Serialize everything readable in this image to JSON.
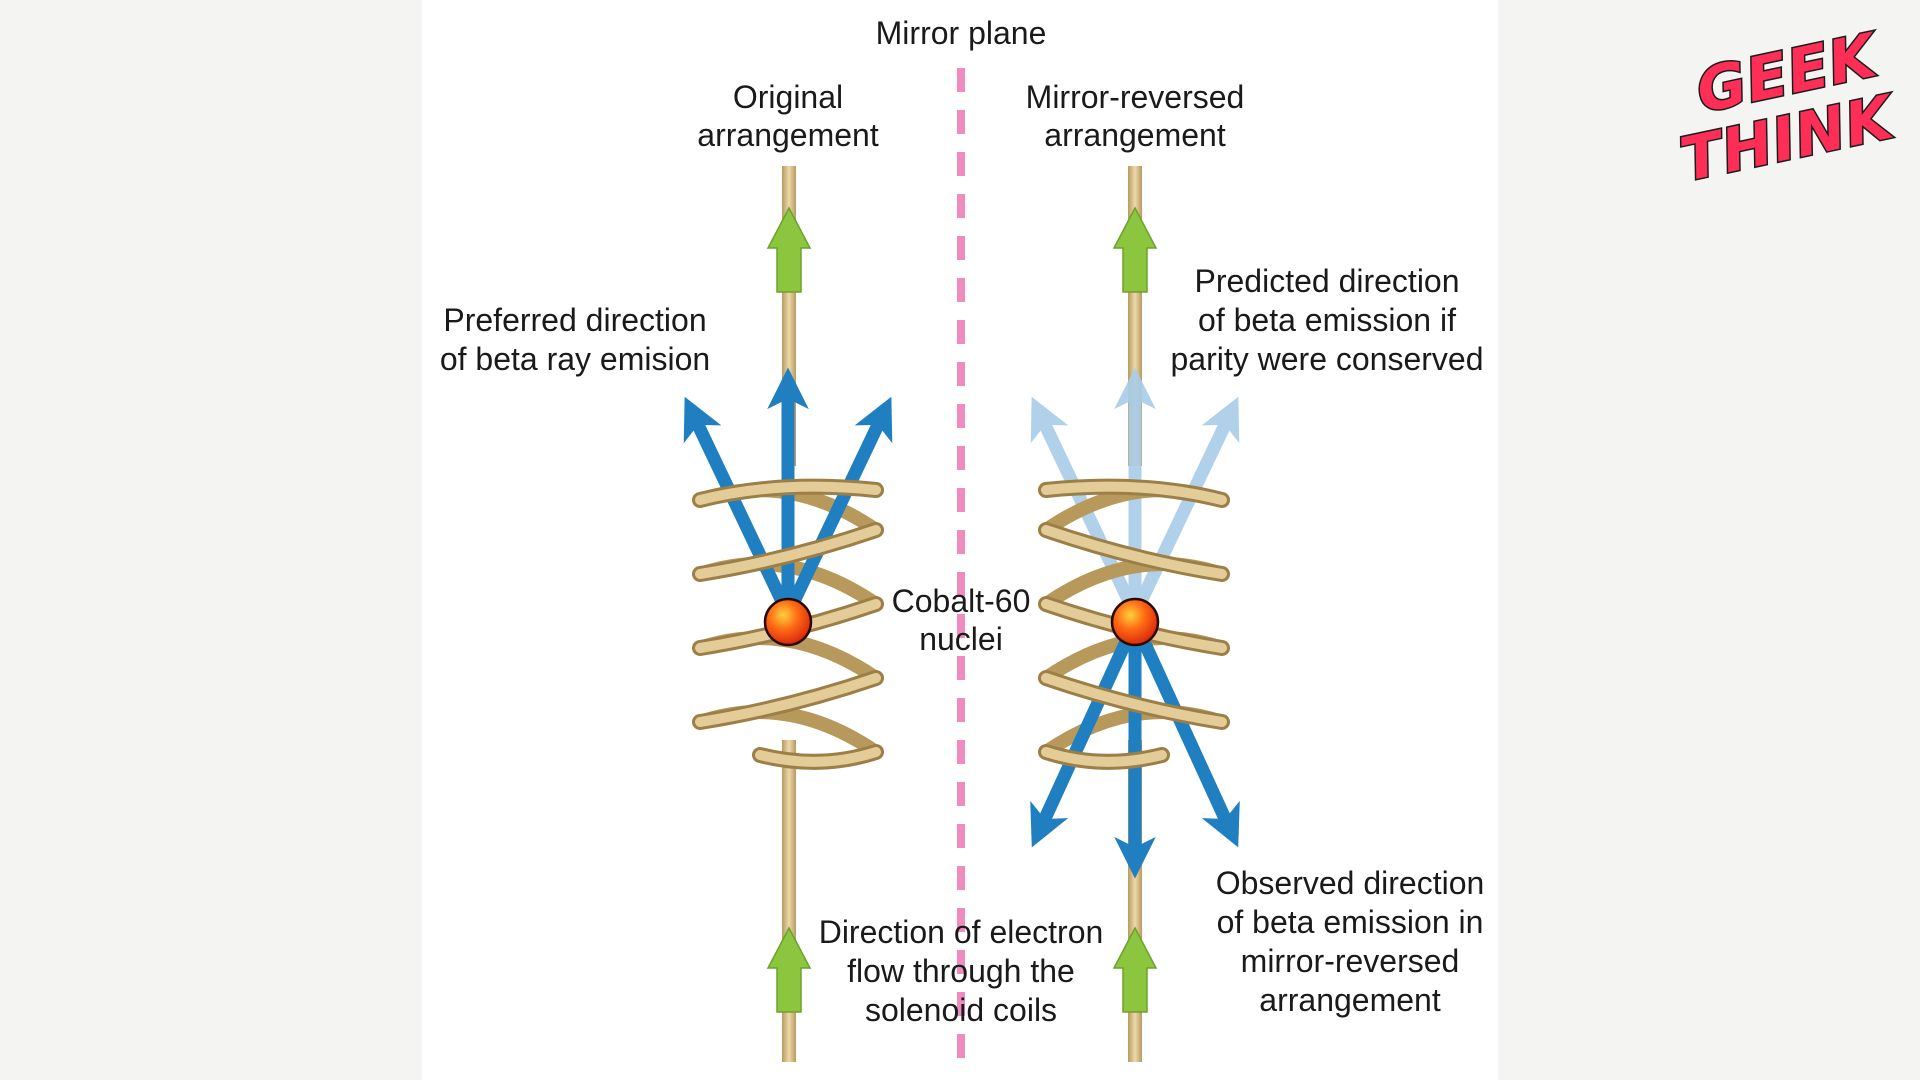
{
  "labels": {
    "mirror_plane": "Mirror plane",
    "original_line1": "Original",
    "original_line2": "arrangement",
    "mirror_line1": "Mirror-reversed",
    "mirror_line2": "arrangement",
    "preferred_line1": "Preferred direction",
    "preferred_line2": "of beta ray emision",
    "predicted_line1": "Predicted direction",
    "predicted_line2": "of beta emission if",
    "predicted_line3": "parity were conserved",
    "cobalt_line1": "Cobalt-60",
    "cobalt_line2": "nuclei",
    "flow_line1": "Direction of electron",
    "flow_line2": "flow through the",
    "flow_line3": "solenoid coils",
    "observed_line1": "Observed direction",
    "observed_line2": "of beta emission in",
    "observed_line3": "mirror-reversed",
    "observed_line4": "arrangement"
  },
  "logo": {
    "line1": "GEEK",
    "line2": "THINK"
  },
  "colors": {
    "background": "#f4f4f3",
    "panel": "#ffffff",
    "wire": "#d9c18f",
    "coil": "#d8bf8a",
    "current_arrow": "#8cc63f",
    "beta_arrow": "#1f7fc0",
    "beta_arrow_faded": "#a9cde8",
    "mirror_dash": "#f08bc0",
    "nucleus": "#e0310f",
    "logo_red": "#ff2e57"
  }
}
